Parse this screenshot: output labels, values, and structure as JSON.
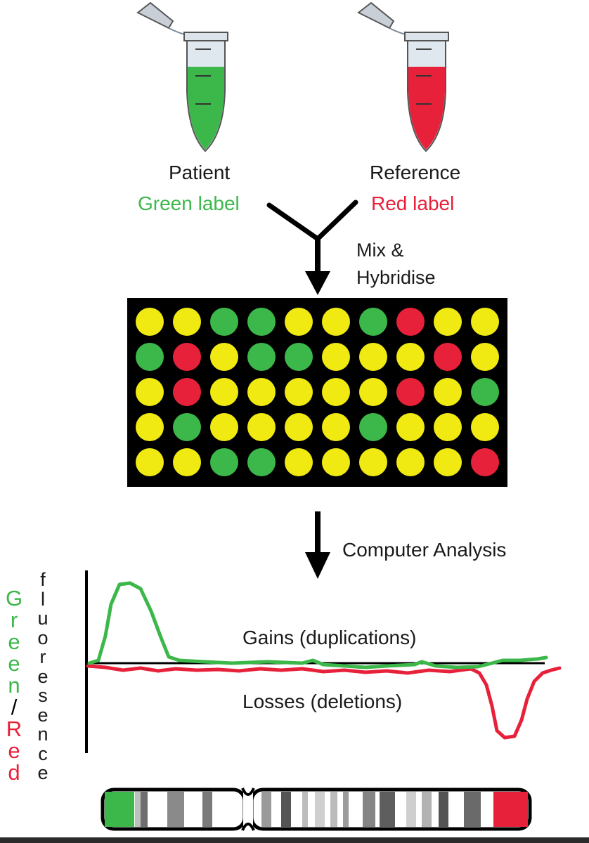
{
  "colors": {
    "green": "#3cb84a",
    "red": "#e8213a",
    "yellow": "#f0ea12",
    "black": "#000000"
  },
  "tubes": [
    {
      "title": "Patient",
      "label": "Green label",
      "fill": "green"
    },
    {
      "title": "Reference",
      "label": "Red label",
      "fill": "red"
    }
  ],
  "steps": {
    "mix": [
      "Mix &",
      "Hybridise"
    ],
    "analysis": "Computer Analysis"
  },
  "microarray": {
    "rows": [
      [
        "yellow",
        "yellow",
        "green",
        "green",
        "yellow",
        "yellow",
        "green",
        "red",
        "yellow",
        "yellow"
      ],
      [
        "green",
        "red",
        "yellow",
        "green",
        "green",
        "yellow",
        "yellow",
        "yellow",
        "red",
        "yellow"
      ],
      [
        "yellow",
        "red",
        "yellow",
        "yellow",
        "yellow",
        "yellow",
        "yellow",
        "red",
        "yellow",
        "green"
      ],
      [
        "yellow",
        "green",
        "yellow",
        "yellow",
        "yellow",
        "yellow",
        "green",
        "yellow",
        "yellow",
        "yellow"
      ],
      [
        "yellow",
        "yellow",
        "green",
        "green",
        "yellow",
        "yellow",
        "yellow",
        "yellow",
        "yellow",
        "red"
      ]
    ]
  },
  "profile": {
    "gains_label": "Gains (duplications)",
    "losses_label": "Losses (deletions)",
    "axis_label_colored": [
      {
        "char": "G",
        "color": "green"
      },
      {
        "char": "r",
        "color": "green"
      },
      {
        "char": "e",
        "color": "green"
      },
      {
        "char": "e",
        "color": "green"
      },
      {
        "char": "n",
        "color": "green"
      },
      {
        "char": "/",
        "color": "black"
      },
      {
        "char": "R",
        "color": "red"
      },
      {
        "char": "e",
        "color": "red"
      },
      {
        "char": "d",
        "color": "red"
      }
    ],
    "axis_label_plain": [
      "f",
      "l",
      "u",
      "o",
      "r",
      "e",
      "s",
      "e",
      "n",
      "c",
      "e"
    ]
  }
}
